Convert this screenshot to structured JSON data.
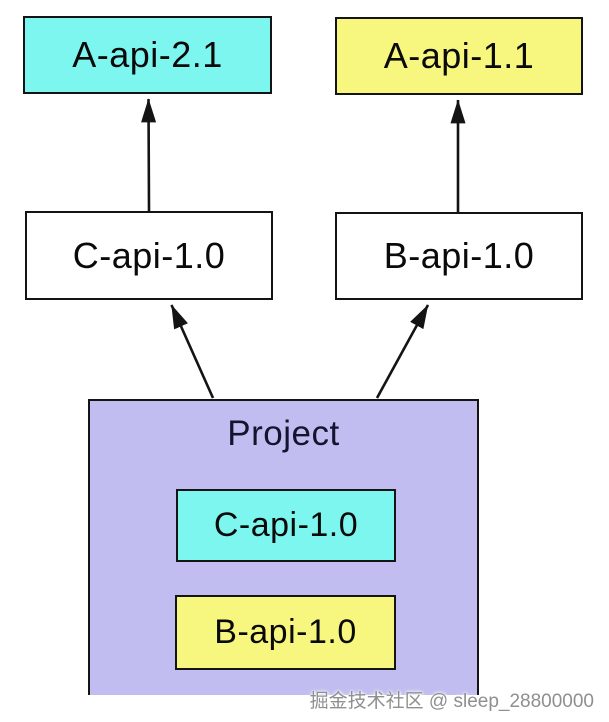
{
  "diagram": {
    "nodes": {
      "a_api_21": {
        "label": "A-api-2.1",
        "fill": "#7ef6f0"
      },
      "a_api_11": {
        "label": "A-api-1.1",
        "fill": "#f7f67e"
      },
      "c_api_10": {
        "label": "C-api-1.0",
        "fill": "#ffffff"
      },
      "b_api_10": {
        "label": "B-api-1.0",
        "fill": "#ffffff"
      },
      "project": {
        "title": "Project",
        "fill": "#c2bdf0",
        "children": {
          "c_api_10": {
            "label": "C-api-1.0",
            "fill": "#7ef6f0"
          },
          "b_api_10": {
            "label": "B-api-1.0",
            "fill": "#f7f67e"
          }
        }
      }
    },
    "edges": [
      {
        "from": "C-api-1.0",
        "to": "A-api-2.1"
      },
      {
        "from": "B-api-1.0",
        "to": "A-api-1.1"
      },
      {
        "from": "Project",
        "to": "C-api-1.0"
      },
      {
        "from": "Project",
        "to": "B-api-1.0"
      }
    ],
    "colors": {
      "border": "#141414",
      "arrow": "#141414",
      "background": "#ffffff"
    }
  },
  "watermark": {
    "text": "掘金技术社区 @ sleep_28800000"
  }
}
